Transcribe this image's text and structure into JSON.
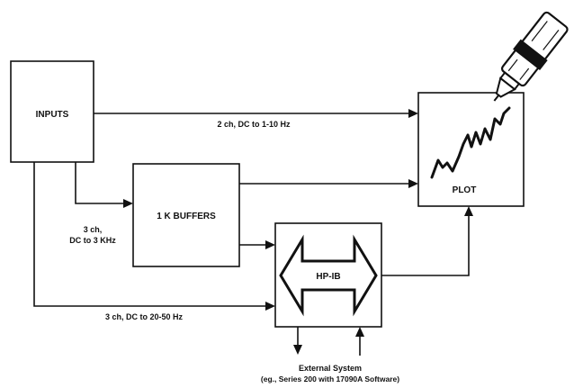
{
  "blocks": {
    "inputs": "INPUTS",
    "buffers": "1 K BUFFERS",
    "hpib": "HP-IB",
    "plot": "PLOT"
  },
  "labels": {
    "top_path": "2 ch, DC to 1-10 Hz",
    "buffer_path_line1": "3 ch,",
    "buffer_path_line2": "DC to 3 KHz",
    "bottom_path": "3 ch, DC to 20-50 Hz",
    "external_line1": "External System",
    "external_line2": "(eg., Series 200 with 17090A Software)"
  },
  "colors": {
    "ink": "#111111",
    "paper": "#ffffff"
  },
  "icons": {
    "pen": "plotter-pen-icon"
  }
}
